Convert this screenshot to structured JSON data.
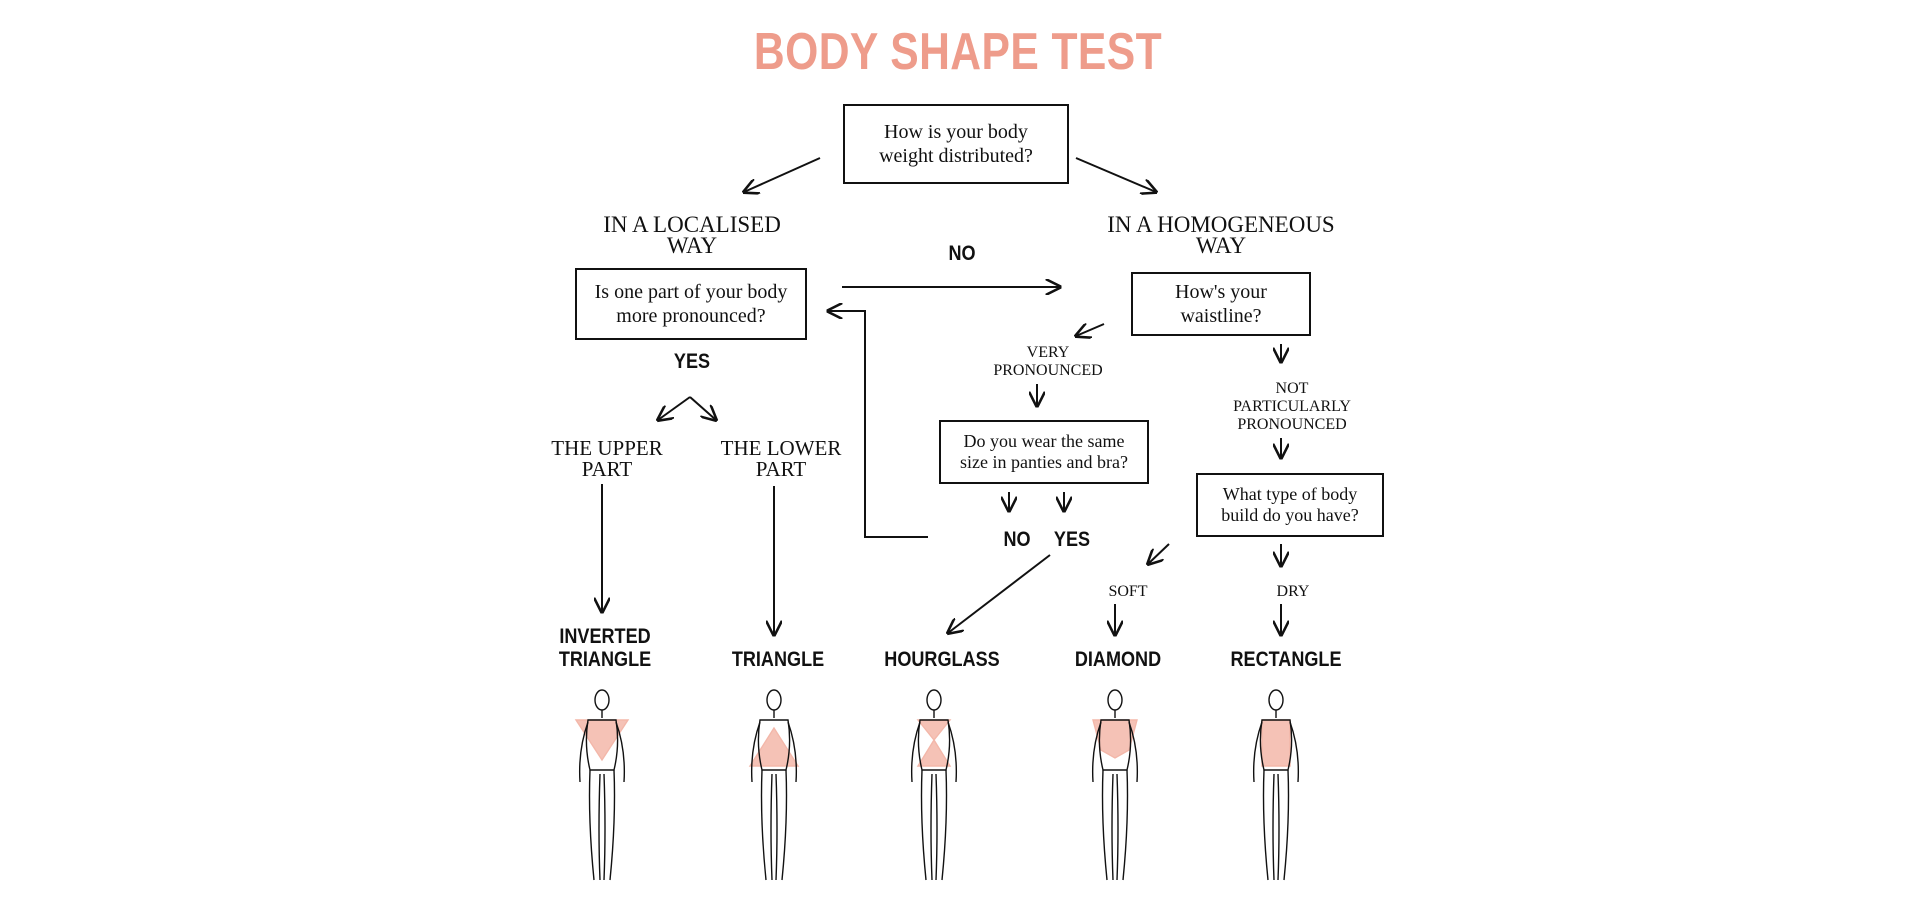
{
  "title": "BODY SHAPE TEST",
  "accent_color": "#ee9c8b",
  "fill_color": "#f3b7a9",
  "nodes": {
    "q_distribution": "How is your body\nweight distributed?",
    "localised": "IN A LOCALISED\nWAY",
    "homogeneous": "IN A HOMOGENEOUS\nWAY",
    "q_pronounced": "Is one part of your body\nmore pronounced?",
    "q_waistline": "How's your\nwaistline?",
    "very_pronounced": "VERY\nPRONOUNCED",
    "not_pronounced": "NOT\nPARTICULARLY\nPRONOUNCED",
    "q_size": "Do you wear the same\nsize in panties and bra?",
    "q_build": "What type of body\nbuild do you have?",
    "upper_part": "THE UPPER\nPART",
    "lower_part": "THE LOWER\nPART",
    "soft": "SOFT",
    "dry": "DRY"
  },
  "answers": {
    "no_top": "NO",
    "yes_left": "YES",
    "no_bottom": "NO",
    "yes_bottom": "YES"
  },
  "results": [
    {
      "label": "INVERTED\nTRIANGLE",
      "shape": "inverted-triangle"
    },
    {
      "label": "TRIANGLE",
      "shape": "triangle"
    },
    {
      "label": "HOURGLASS",
      "shape": "hourglass"
    },
    {
      "label": "DIAMOND",
      "shape": "diamond"
    },
    {
      "label": "RECTANGLE",
      "shape": "rectangle"
    }
  ]
}
